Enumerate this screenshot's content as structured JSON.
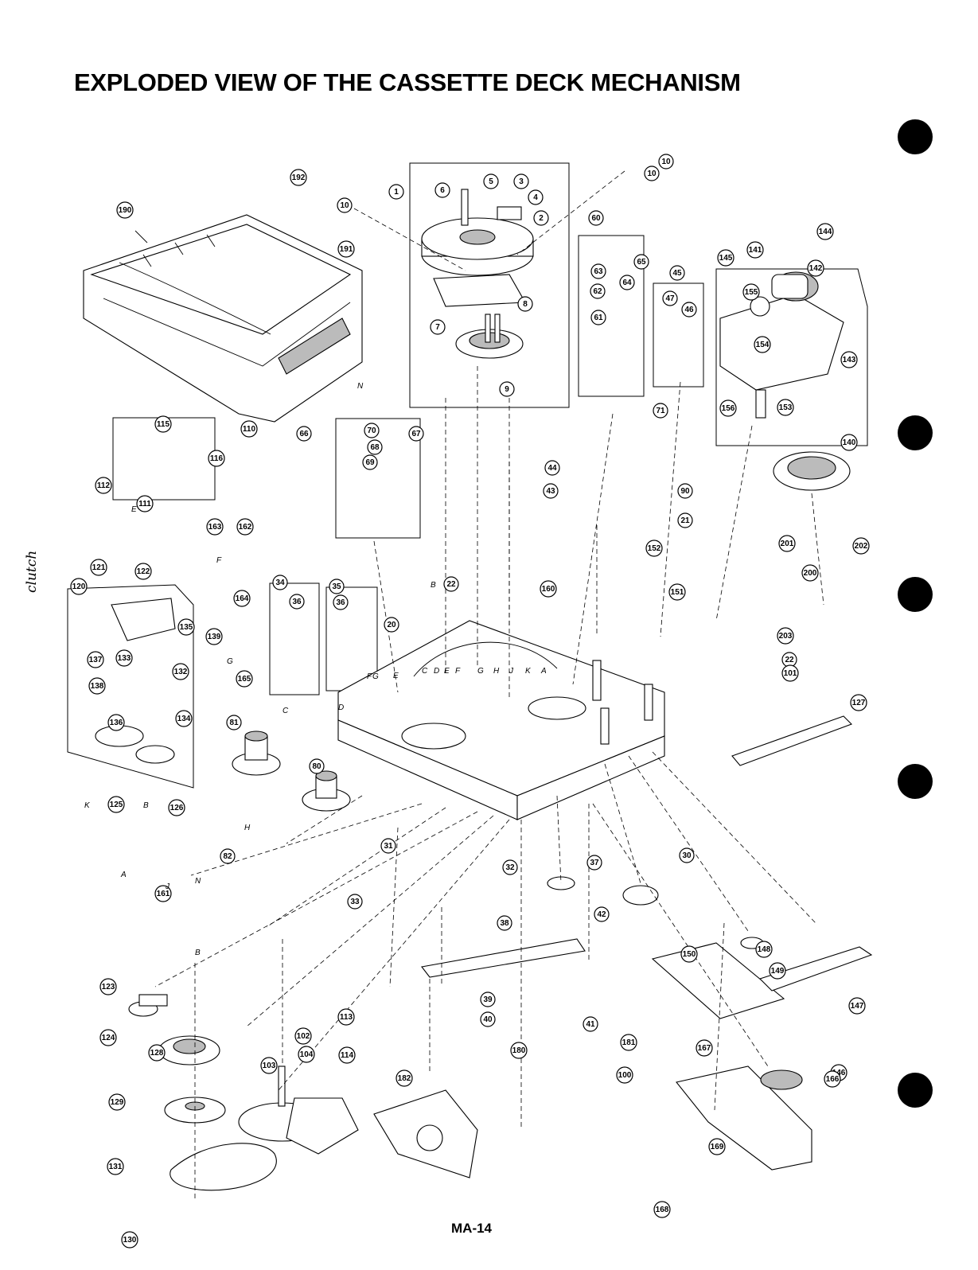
{
  "title": "EXPLODED VIEW OF THE CASSETTE DECK MECHANISM",
  "footer": "MA-14",
  "margin_note": "clutch",
  "callouts": [
    "1",
    "2",
    "3",
    "4",
    "5",
    "6",
    "7",
    "8",
    "9",
    "10",
    "10",
    "10",
    "20",
    "21",
    "22",
    "22",
    "30",
    "31",
    "32",
    "33",
    "34",
    "35",
    "36",
    "36",
    "37",
    "38",
    "39",
    "40",
    "41",
    "42",
    "43",
    "44",
    "45",
    "46",
    "47",
    "60",
    "61",
    "62",
    "63",
    "64",
    "65",
    "66",
    "67",
    "68",
    "69",
    "70",
    "71",
    "80",
    "81",
    "82",
    "90",
    "100",
    "101",
    "102",
    "103",
    "104",
    "110",
    "111",
    "112",
    "113",
    "114",
    "115",
    "116",
    "120",
    "121",
    "122",
    "123",
    "124",
    "125",
    "126",
    "127",
    "128",
    "129",
    "130",
    "131",
    "132",
    "133",
    "134",
    "135",
    "136",
    "137",
    "138",
    "139",
    "140",
    "141",
    "142",
    "143",
    "144",
    "145",
    "146",
    "147",
    "148",
    "149",
    "150",
    "151",
    "152",
    "153",
    "154",
    "155",
    "156",
    "160",
    "161",
    "162",
    "163",
    "164",
    "165",
    "166",
    "167",
    "168",
    "169",
    "180",
    "181",
    "182",
    "190",
    "191",
    "192",
    "200",
    "201",
    "202",
    "203"
  ],
  "connector_letters": [
    "A",
    "B",
    "C",
    "D",
    "E",
    "F",
    "G",
    "H",
    "J",
    "K",
    "N",
    "E",
    "F",
    "G",
    "C",
    "D",
    "E",
    "F",
    "G",
    "H",
    "J",
    "K",
    "A",
    "B",
    "N",
    "B"
  ]
}
